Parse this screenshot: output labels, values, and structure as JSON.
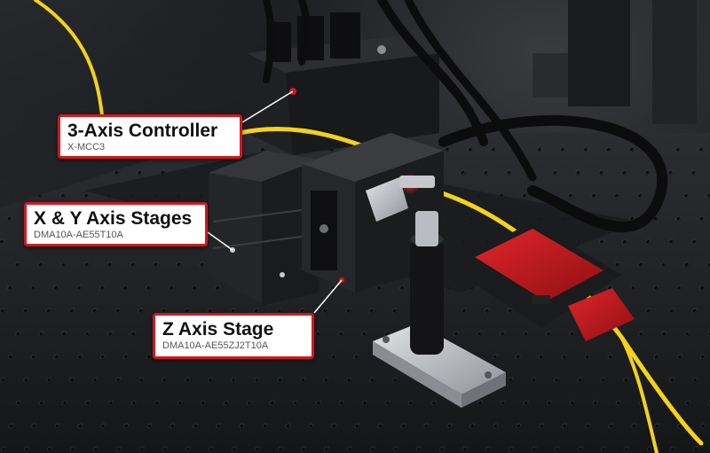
{
  "callouts": {
    "controller": {
      "title": "3-Axis Controller",
      "part": "X-MCC3"
    },
    "xy_stages": {
      "title": "X & Y Axis Stages",
      "part": "DMA10A-AE55T10A"
    },
    "z_stage": {
      "title": "Z Axis Stage",
      "part": "DMA10A-AE55ZJ2T10A"
    }
  },
  "colors": {
    "accent_red": "#d0191e",
    "fiber_yellow": "#f2d21b",
    "table_black": "#1c1d20",
    "aluminum": "#b9bcc1"
  }
}
